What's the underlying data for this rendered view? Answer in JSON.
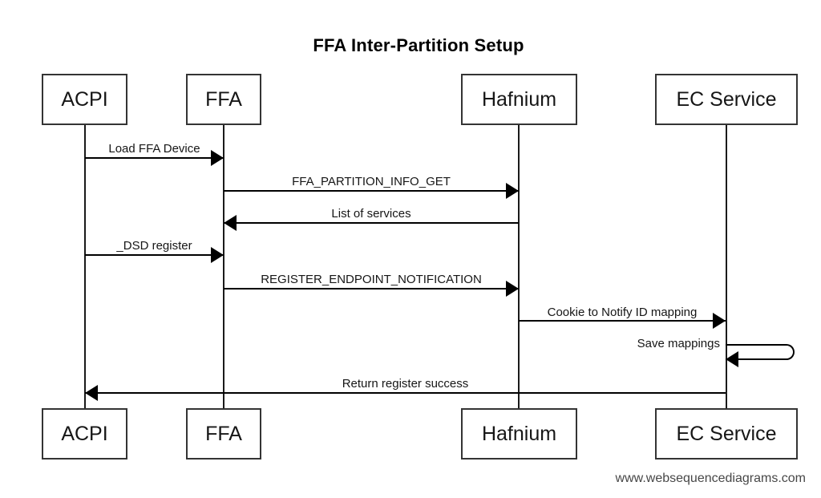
{
  "diagram": {
    "title": "FFA Inter-Partition Setup"
  },
  "participants": [
    {
      "name": "ACPI"
    },
    {
      "name": "FFA"
    },
    {
      "name": "Hafnium"
    },
    {
      "name": "EC Service"
    }
  ],
  "messages": [
    {
      "label": "Load FFA Device",
      "from": "ACPI",
      "to": "FFA",
      "style": "solid-arrow"
    },
    {
      "label": "FFA_PARTITION_INFO_GET",
      "from": "FFA",
      "to": "Hafnium",
      "style": "solid-arrow"
    },
    {
      "label": "List of services",
      "from": "Hafnium",
      "to": "FFA",
      "style": "solid-arrow"
    },
    {
      "label": "_DSD register",
      "from": "ACPI",
      "to": "FFA",
      "style": "solid-arrow"
    },
    {
      "label": "REGISTER_ENDPOINT_NOTIFICATION",
      "from": "FFA",
      "to": "Hafnium",
      "style": "solid-arrow"
    },
    {
      "label": "Cookie to Notify ID mapping",
      "from": "Hafnium",
      "to": "EC Service",
      "style": "solid-arrow"
    },
    {
      "label": "Save mappings",
      "from": "EC Service",
      "to": "EC Service",
      "style": "self-loop"
    },
    {
      "label": "Return register success",
      "from": "EC Service",
      "to": "ACPI",
      "style": "solid-arrow"
    }
  ],
  "footer": {
    "watermark": "www.websequencediagrams.com"
  },
  "colors": {
    "line": "#000000",
    "box_border": "#343434",
    "text": "#161616",
    "background": "#ffffff",
    "watermark": "#474747"
  }
}
